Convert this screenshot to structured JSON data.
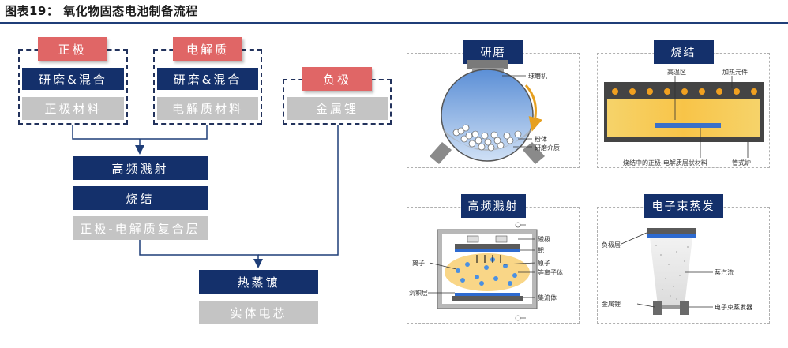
{
  "title": "图表19： 氧化物固态电池制备流程",
  "left_diagram": {
    "cathode": {
      "header": "正极",
      "step": "研磨&混合",
      "material": "正极材料"
    },
    "electrolyte": {
      "header": "电解质",
      "step": "研磨&混合",
      "material": "电解质材料"
    },
    "anode": {
      "header": "负极",
      "material": "金属锂"
    },
    "sputter": "高频溅射",
    "sinter": "烧结",
    "composite": "正极-电解质复合层",
    "evaporation": "热蒸镀",
    "cell": "实体电芯"
  },
  "panels": {
    "grinding": {
      "title": "研磨",
      "labels": [
        "球磨机",
        "粉体",
        "研磨介质"
      ]
    },
    "sintering": {
      "title": "烧结",
      "labels": [
        "高温区",
        "加热元件",
        "烧结中的正极-电解质层状材料",
        "管式炉"
      ]
    },
    "sputtering": {
      "title": "高频溅射",
      "labels": [
        "磁极",
        "靶",
        "离子",
        "原子",
        "等离子体",
        "沉积层",
        "集流体"
      ]
    },
    "ebeam": {
      "title": "电子束蒸发",
      "labels": [
        "负极层",
        "蒸汽流",
        "金属锂",
        "电子束蒸发器"
      ]
    }
  },
  "colors": {
    "navy": "#14306b",
    "gray": "#c4c4c4",
    "red": "#e06666",
    "rule": "#1f3e78"
  }
}
